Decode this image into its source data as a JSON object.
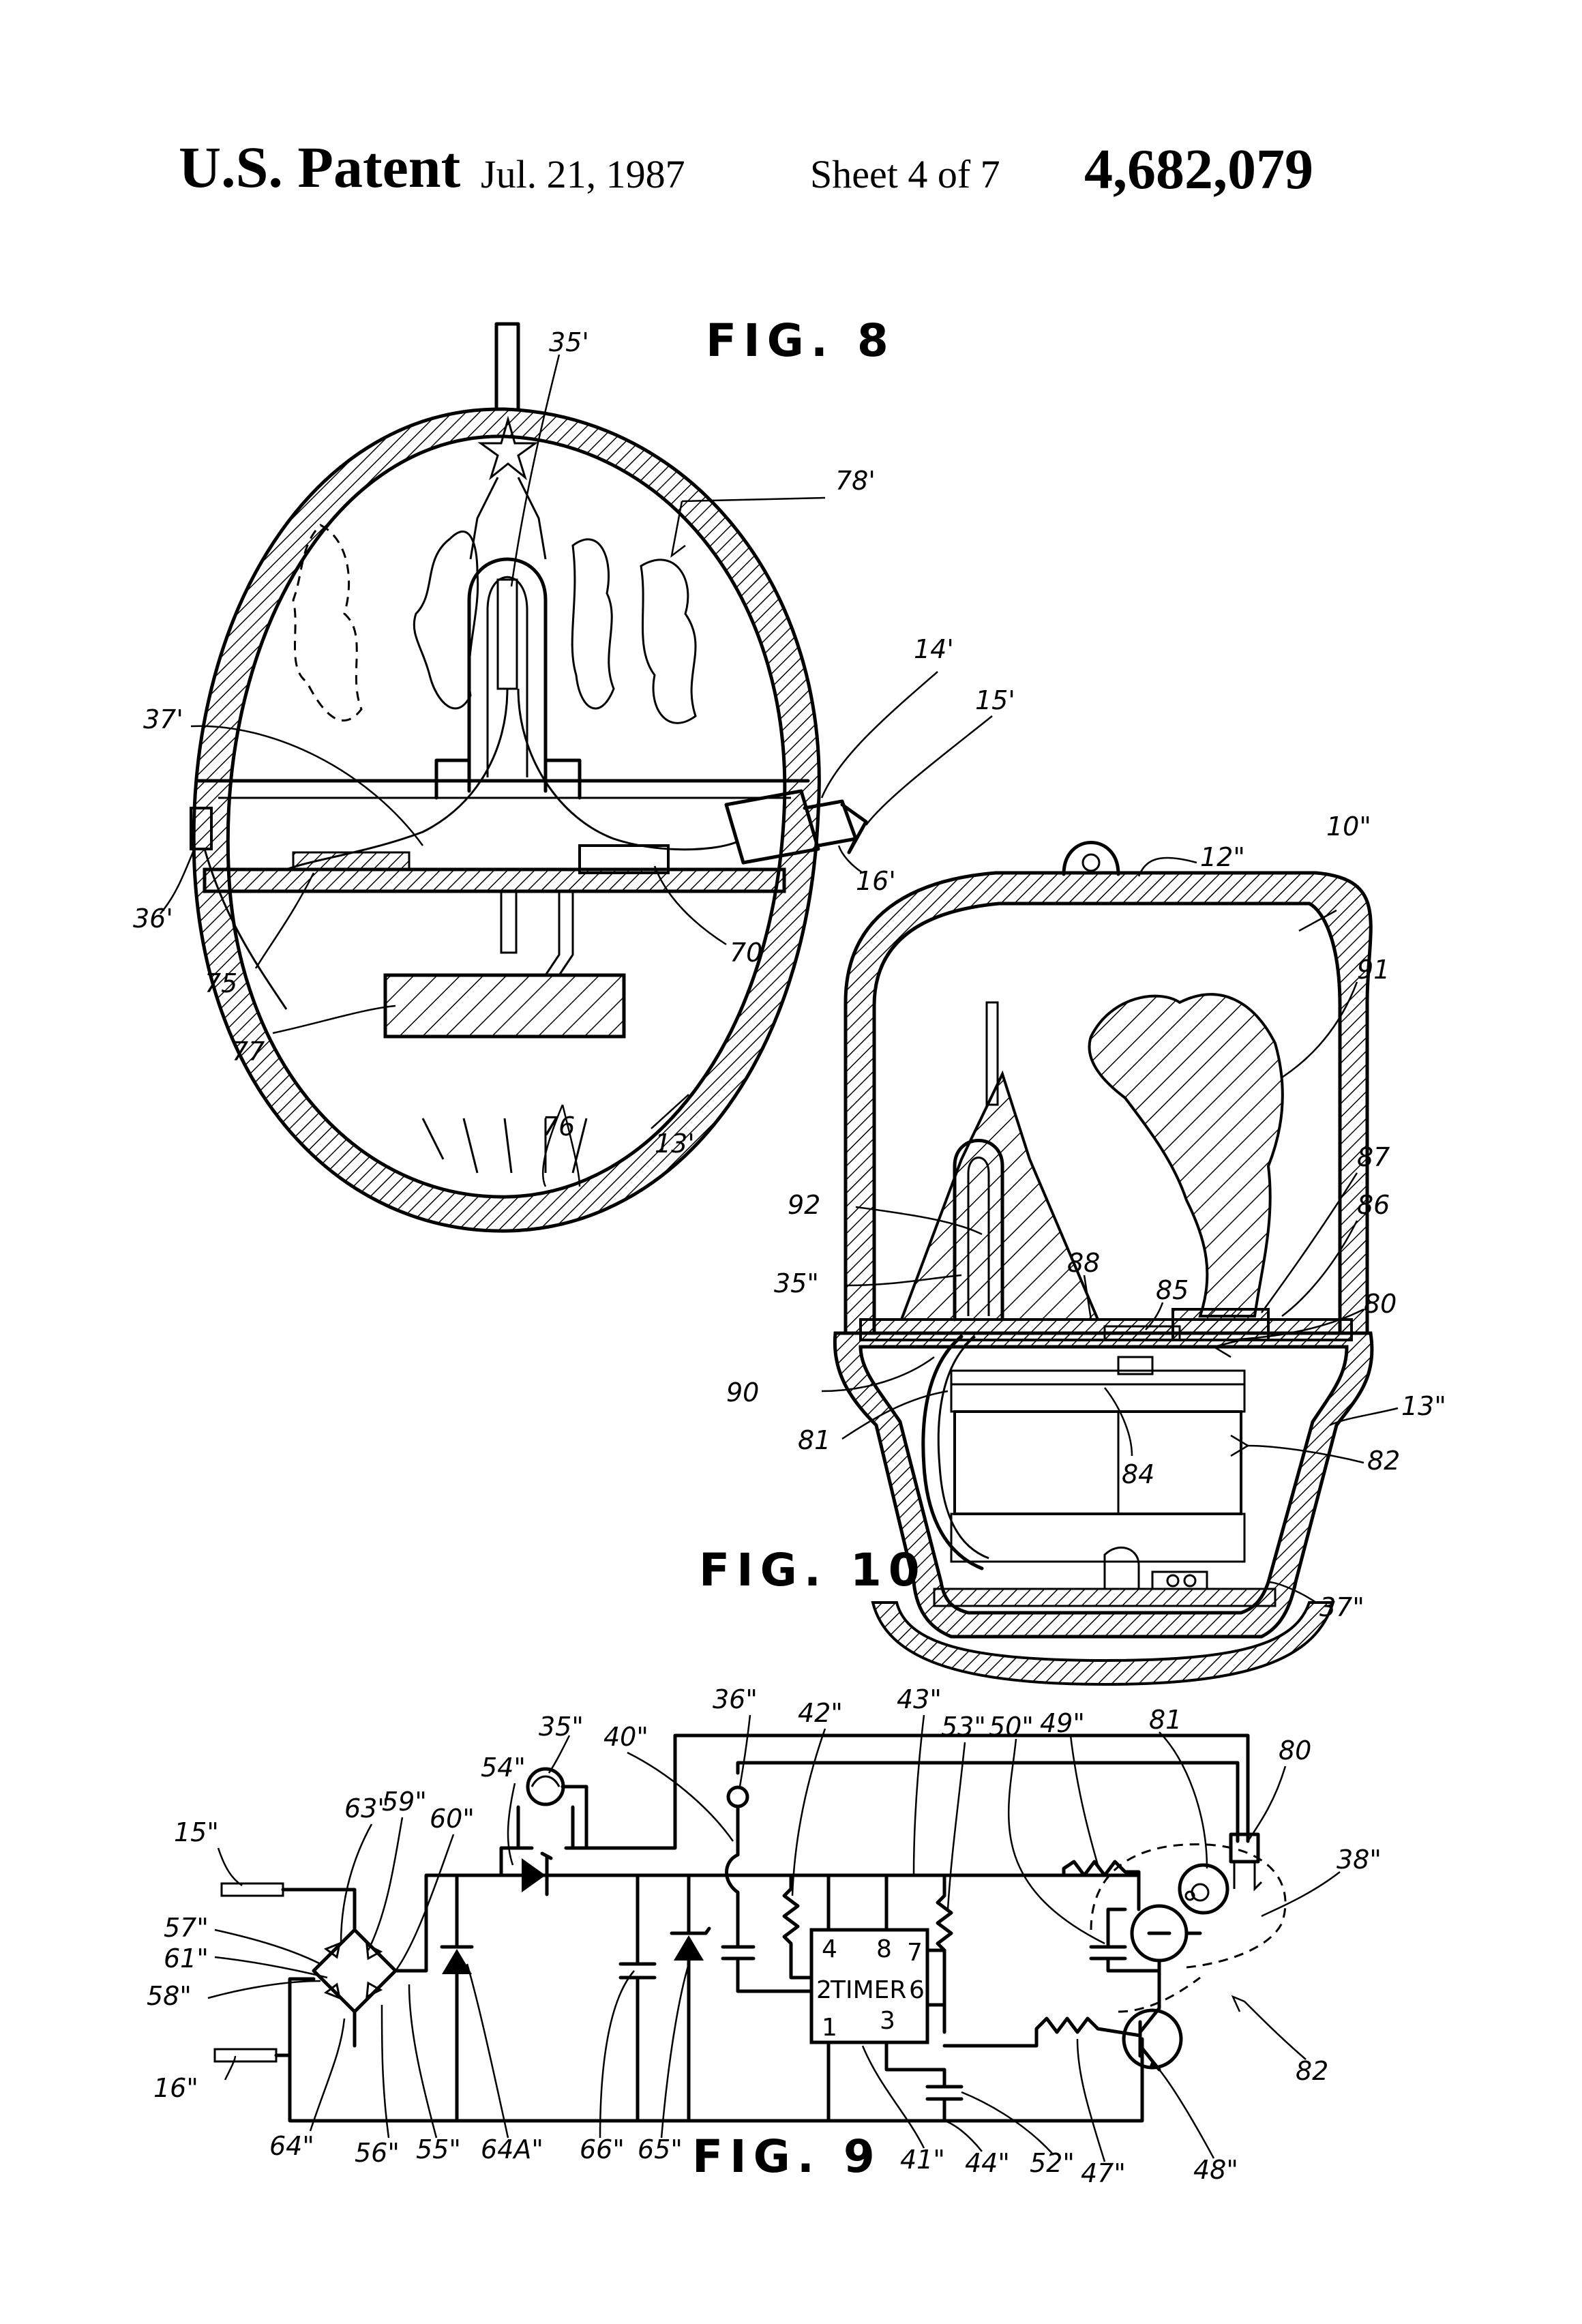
{
  "header": {
    "patent": "U.S. Patent",
    "date": "Jul. 21, 1987",
    "sheet": "Sheet 4 of 7",
    "number": "4,682,079"
  },
  "figures": {
    "fig8": "FIG. 8",
    "fig9": "FIG. 9",
    "fig10": "FIG. 10"
  },
  "fig8_refs": {
    "r35": "35'",
    "r78": "78'",
    "r37": "37'",
    "r14": "14'",
    "r15": "15'",
    "r16": "16'",
    "r36": "36'",
    "r75": "75",
    "r70": "70",
    "r77": "77",
    "r76": "76",
    "r13": "13'"
  },
  "fig10_refs": {
    "r12": "12\"",
    "r10": "10\"",
    "r91": "91",
    "r92": "92",
    "r87": "87",
    "r86": "86",
    "r35": "35\"",
    "r88": "88",
    "r85": "85",
    "r80": "80",
    "r90": "90",
    "r13": "13\"",
    "r81": "81",
    "r84": "84",
    "r82": "82",
    "r37": "37\""
  },
  "fig9_refs": {
    "r35": "35\"",
    "r36": "36\"",
    "r42": "42\"",
    "r43": "43\"",
    "r53": "53\"",
    "r50": "50\"",
    "r49": "49\"",
    "r81": "81",
    "r80": "80",
    "r54": "54\"",
    "r40": "40\"",
    "r15": "15\"",
    "r63": "63\"",
    "r59": "59\"",
    "r60": "60\"",
    "r57": "57\"",
    "r61": "61\"",
    "r58": "58\"",
    "r16": "16\"",
    "r38": "38\"",
    "r82": "82",
    "r64": "64\"",
    "r56": "56\"",
    "r55": "55\"",
    "r64a": "64A\"",
    "r66": "66\"",
    "r65": "65\"",
    "r41": "41\"",
    "r44": "44\"",
    "r52": "52\"",
    "r47": "47\"",
    "r48": "48\""
  },
  "timer": {
    "label": "TIMER",
    "pin4": "4",
    "pin8": "8",
    "pin7": "7",
    "pin2": "2",
    "pin6": "6",
    "pin1": "1",
    "pin3": "3"
  }
}
